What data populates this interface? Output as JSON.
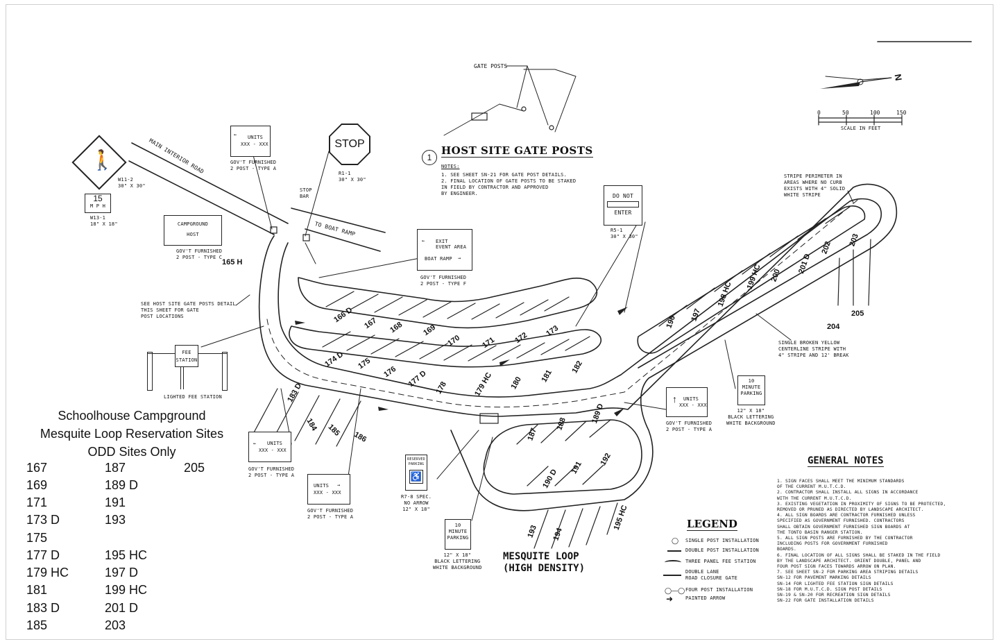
{
  "panel": {
    "title_line1": "Schoolhouse Campground",
    "title_line2": "Mesquite Loop Reservation Sites",
    "title_line3": "ODD Sites Only",
    "rows": [
      [
        "167",
        "187",
        "205"
      ],
      [
        "169",
        "189 D",
        ""
      ],
      [
        "171",
        "191",
        ""
      ],
      [
        "173 D",
        "193",
        ""
      ],
      [
        "175",
        "",
        ""
      ],
      [
        "177 D",
        "195 HC",
        ""
      ],
      [
        "179 HC",
        "197 D",
        ""
      ],
      [
        "181",
        "199 HC",
        ""
      ],
      [
        "183 D",
        "201 D",
        ""
      ],
      [
        "185",
        "203",
        ""
      ]
    ]
  },
  "map": {
    "gate_posts_label": "GATE POSTS",
    "host_title": "HOST SITE GATE POSTS",
    "host_number": "1",
    "host_notes_heading": "NOTES:",
    "host_notes": "1. SEE SHEET SN-21 FOR GATE POST DETAILS.\n2. FINAL LOCATION OF GATE POSTS TO BE STAKED\n   IN FIELD BY CONTRACTOR AND APPROVED\n   BY ENGINEER.",
    "scale": {
      "ticks": [
        "0",
        "50",
        "100",
        "150"
      ],
      "label": "SCALE IN FEET"
    },
    "north": "N",
    "main_road": "MAIN INTERIOR ROAD",
    "boat_ramp_road": "TO BOAT RAMP",
    "stop_bar": "STOP\nBAR",
    "stop": {
      "text": "STOP",
      "code": "R1-1\n30\" x 30\""
    },
    "ped": {
      "code": "W11-2\n30\" x 30\""
    },
    "speed": {
      "number": "15",
      "unit": "M P H",
      "code": "W13-1\n18\" x 18\""
    },
    "units_sign_a": {
      "line1": "UNITS",
      "line2": "XXX - XXX",
      "caption": "GOV'T FURNISHED\n2 POST - TYPE A"
    },
    "campground_host": {
      "line1": "CAMPGROUND",
      "line2": "HOST",
      "caption": "GOV'T FURNISHED\n2 POST - TYPE C"
    },
    "exit_sign": {
      "line1": "EXIT",
      "line2": "EVENT AREA",
      "line3": "BOAT RAMP",
      "caption": "GOV'T FURNISHED\n2 POST - TYPE F"
    },
    "do_not_enter": {
      "line1": "DO NOT",
      "line2": "ENTER",
      "code": "R5-1\n30\" x 30\""
    },
    "stripe_note": "STRIPE PERIMETER IN\nAREAS WHERE NO CURB\nEXISTS WITH 4\" SOLID\nWHITE STRIPE",
    "yellow_note": "SINGLE BROKEN YELLOW\nCENTERLINE STRIPE WITH\n4\" STRIPE AND 12' BREAK",
    "see_host": "SEE HOST SITE GATE POSTS DETAIL\nTHIS SHEET FOR GATE\nPOST LOCATIONS",
    "fee_station": {
      "line1": "FEE",
      "line2": "STATION",
      "caption": "LIGHTED FEE STATION"
    },
    "ten_min_right": {
      "line1": "10",
      "line2": "MINUTE",
      "line3": "PARKING",
      "caption": "12\" x 18\"\nBLACK LETTERING\nWHITE BACKGROUND"
    },
    "ten_min_bottom": {
      "line1": "10",
      "line2": "MINUTE",
      "line3": "PARKING",
      "caption": "12\" x 18\"\nBLACK LETTERING\nWHITE BACKGROUND"
    },
    "units_up": {
      "line1": "UNITS",
      "line2": "XXX - XXX",
      "caption": "GOV'T FURNISHED\n2 POST - TYPE A"
    },
    "units_lower_left": {
      "line1": "UNITS",
      "line2": "XXX - XXX",
      "caption": "GOV'T FURNISHED\n2 POST - TYPE A"
    },
    "units_lower_right": {
      "line1": "UNITS",
      "line2": "XXX - XXX",
      "caption": "GOV'T FURNISHED\n2 POST - TYPE A"
    },
    "reserved": {
      "line1": "RESERVED",
      "line2": "PARKING",
      "caption": "R7-8 SPEC.\nNO ARROW\n12\" x 18\""
    },
    "loop_title1": "MESQUITE LOOP",
    "loop_title2": "(HIGH DENSITY)",
    "legend_title": "LEGEND",
    "legend_items": [
      "SINGLE POST INSTALLATION",
      "DOUBLE POST INSTALLATION",
      "THREE PANEL FEE STATION",
      "DOUBLE LANE\nROAD CLOSURE GATE",
      "FOUR POST INSTALLATION",
      "PAINTED ARROW"
    ],
    "notes_title": "GENERAL NOTES",
    "notes": "1. SIGN FACES SHALL MEET THE MINIMUM STANDARDS\n   OF THE CURRENT M.U.T.C.D.\n2. CONTRACTOR SHALL INSTALL ALL SIGNS IN ACCORDANCE\n   WITH THE CURRENT M.U.T.C.D.\n3. EXISTING VEGETATION IN PROXIMITY OF SIGNS TO BE PROTECTED,\n   REMOVED OR PRUNED AS DIRECTED BY LANDSCAPE ARCHITECT.\n4. ALL SIGN BOARDS ARE CONTRACTOR FURNISHED UNLESS\n   SPECIFIED AS GOVERNMENT FURNISHED. CONTRACTORS\n   SHALL OBTAIN GOVERNMENT FURNISHED SIGN BOARDS AT\n   THE TONTO BASIN RANGER STATION.\n5. ALL SIGN POSTS ARE FURNISHED BY THE CONTRACTOR\n   INCLUDING POSTS FOR GOVERNMENT FURNISHED\n   BOARDS.\n6. FINAL LOCATION OF ALL SIGNS SHALL BE STAKED IN THE FIELD\n   BY THE LANDSCAPE ARCHITECT. ORIENT DOUBLE, PANEL AND\n   FOUR POST SIGN FACES TOWARDS ARROW ON PLAN.\n7. SEE SHEET SN-2 FOR PARKING AREA STRIPING DETAILS\n        SN-12 FOR PAVEMENT MARKING DETAILS\n        SN-14 FOR LIGHTED FEE STATION SIGN DETAILS\n        SN-18 FOR M.U.T.C.D. SIGN POST DETAILS\n        SN-19 & SN-20 FOR RECREATION SIGN DETAILS\n        SN-22 FOR GATE INSTALLATION DETAILS",
    "sites": {
      "s165": "165 H",
      "s166": "166 D",
      "s167": "167",
      "s168": "168",
      "s169": "169",
      "s170": "170",
      "s171": "171",
      "s172": "172",
      "s173": "173",
      "s174": "174 D",
      "s175": "175",
      "s176": "176",
      "s177": "177 D",
      "s178": "178",
      "s179": "179 HC",
      "s180": "180",
      "s181": "181",
      "s182": "182",
      "s183": "183 D",
      "s184": "184",
      "s185": "185",
      "s186": "186",
      "s187": "187",
      "s188": "188",
      "s189": "189 D",
      "s190": "190 D",
      "s191": "191",
      "s192": "192",
      "s193": "193",
      "s194": "194",
      "s195": "195 HC",
      "s196": "196",
      "s197": "197",
      "s198": "198 HC",
      "s199": "199 HC",
      "s200": "200",
      "s201": "201 D",
      "s202": "202",
      "s203": "203",
      "s204": "204",
      "s205": "205"
    }
  }
}
